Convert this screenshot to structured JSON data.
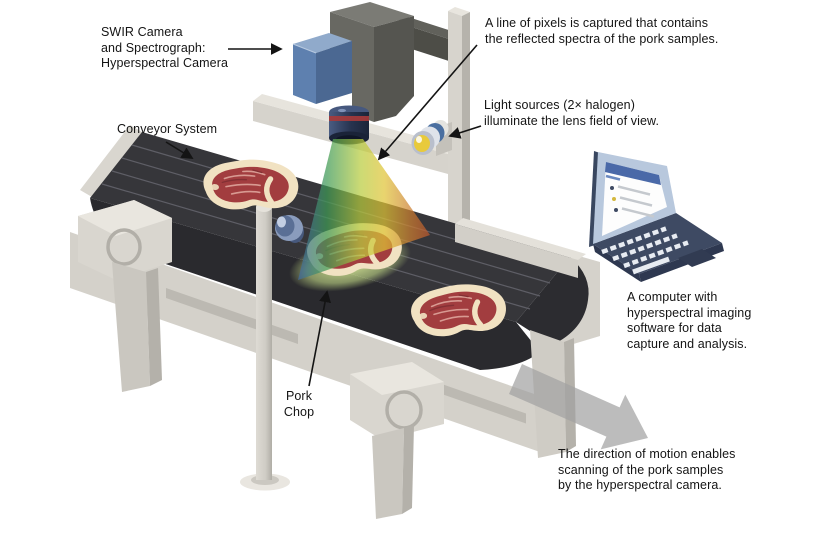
{
  "figure": {
    "labels": {
      "swir_camera": "SWIR Camera\nand Spectrograph:\nHyperspectral Camera",
      "conveyor_system": "Conveyor System",
      "line_of_pixels": "A line of pixels is captured that contains\nthe reflected spectra of the pork samples.",
      "light_sources": "Light sources (2× halogen)\nilluminate the lens field of view.",
      "pork_chop": "Pork\nChop",
      "computer": "A computer with\nhyperspectral imaging\nsoftware for data\ncapture and analysis.",
      "direction_of_motion": "The direction of motion enables\nscanning of the pork samples\nby the hyperspectral camera."
    },
    "colors": {
      "background": "#ffffff",
      "belt_dark": "#36363a",
      "frame_light_gray": "#d9d6cf",
      "camera_blue": "#5e80af",
      "lens_navy": "#27334f",
      "lamp_yellow": "#e8ca3c",
      "meat_red": "#a23d3f",
      "fat_cream": "#f1e2c2",
      "laptop_navy": "#3e4a63",
      "screen_bar_blue": "#4a69a8",
      "motion_arrow_gray": "#a2a2a2",
      "spectrum_left_blue": "#4468a8",
      "spectrum_green": "#3f9a55",
      "spectrum_yellow": "#e0c436",
      "spectrum_right_red": "#b84a2e"
    }
  }
}
